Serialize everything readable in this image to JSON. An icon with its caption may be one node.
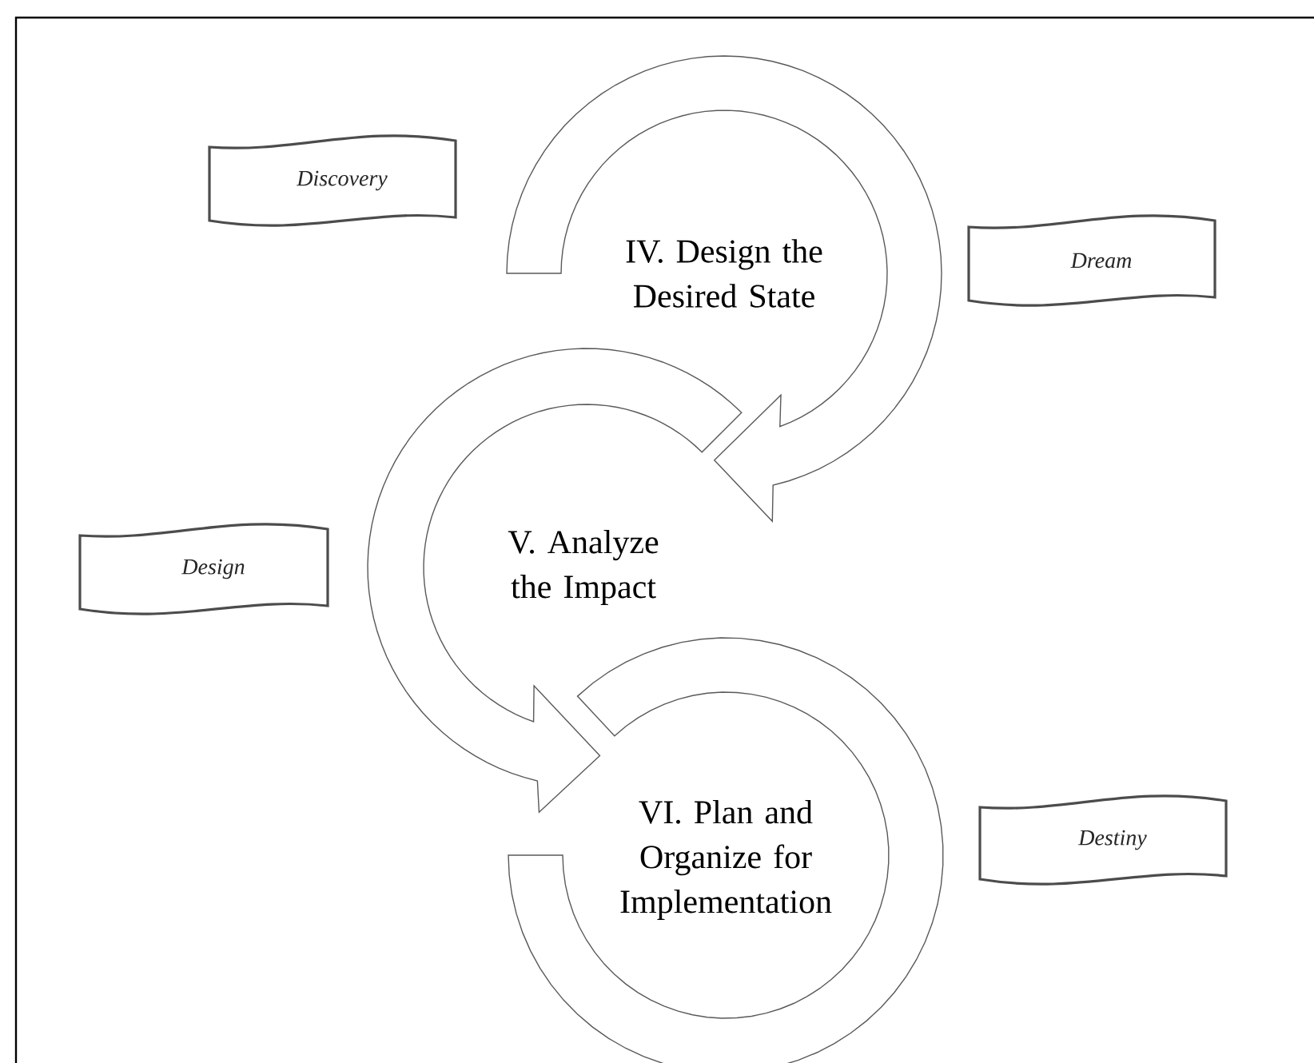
{
  "diagram": {
    "nodes": [
      {
        "text": [
          "Discovery"
        ]
      },
      {
        "text": [
          "IV. Design the Desired State"
        ]
      },
      {
        "text": [
          "Dream"
        ]
      },
      {
        "text": [
          "Design"
        ]
      },
      {
        "text": [
          "V. Analyze the Impact"
        ]
      },
      {
        "text": [
          "VI. Plan and Organize for Implementation"
        ]
      },
      {
        "text": [
          "Destiny"
        ]
      }
    ],
    "edges": [
      {
        "from": 1,
        "to": 4,
        "arrow": "to"
      },
      {
        "from": 4,
        "to": 5,
        "arrow": "to"
      },
      {
        "from": 5,
        "to": null,
        "arrow": "none"
      }
    ]
  }
}
